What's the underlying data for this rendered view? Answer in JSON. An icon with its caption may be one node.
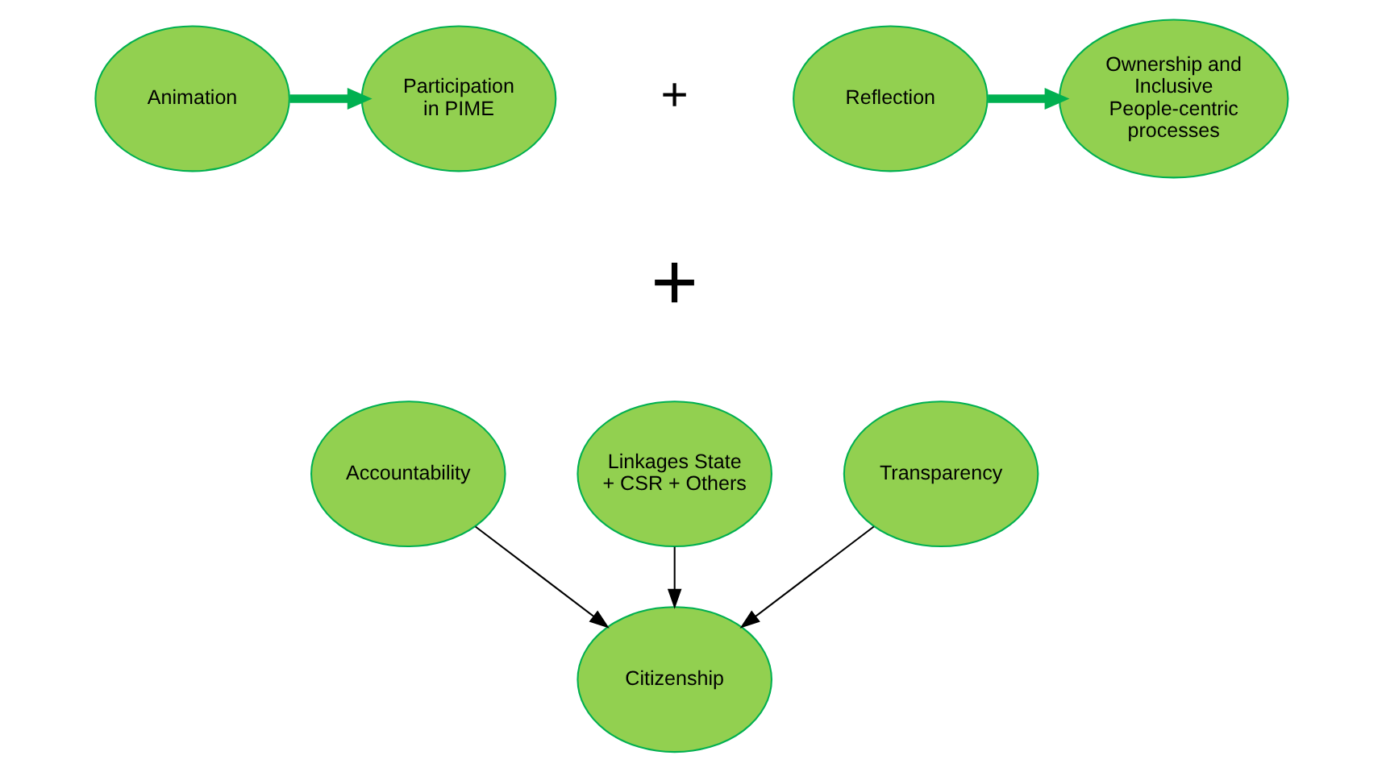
{
  "diagram": {
    "nodes": [
      {
        "text": [
          "Animation"
        ]
      },
      {
        "text": [
          "Participation in PIME"
        ]
      },
      {
        "text": [
          "Reflection"
        ]
      },
      {
        "text": [
          "Ownership and Inclusive People-centric processes"
        ]
      },
      {
        "text": [
          "Accountability"
        ]
      },
      {
        "text": [
          "Linkages State + CSR + Others"
        ]
      },
      {
        "text": [
          "Transparency"
        ]
      },
      {
        "text": [
          "Citizenship"
        ]
      }
    ],
    "edges": [
      {
        "from": 0,
        "to": 1,
        "arrow": "to",
        "style": "thick",
        "color": "#00b050"
      },
      {
        "from": 2,
        "to": 3,
        "arrow": "to",
        "style": "thick",
        "color": "#00b050"
      },
      {
        "from": 4,
        "to": 7,
        "arrow": "to"
      },
      {
        "from": 5,
        "to": 7,
        "arrow": "to"
      },
      {
        "from": 6,
        "to": 7,
        "arrow": "to"
      }
    ],
    "labels": [
      "+",
      "+"
    ]
  }
}
